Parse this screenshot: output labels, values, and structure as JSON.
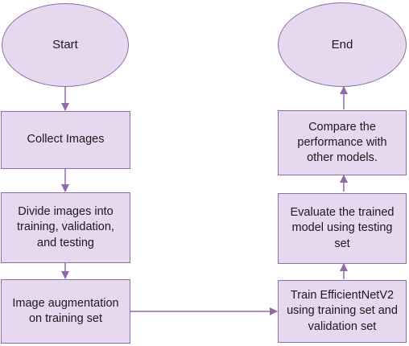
{
  "nodes": {
    "start": "Start",
    "collect": "Collect Images",
    "divide": "Divide images into\ntraining, validation,\nand testing",
    "augment": "Image augmentation\non training set",
    "train": "Train EfficientNetV2\nusing training set and\nvalidation set",
    "evaluate": "Evaluate the trained\nmodel using testing\nset",
    "compare": "Compare the\nperformance with\nother models.",
    "end": "End"
  },
  "colors": {
    "fill": "#e6d8ef",
    "stroke": "#8e6aa8"
  }
}
